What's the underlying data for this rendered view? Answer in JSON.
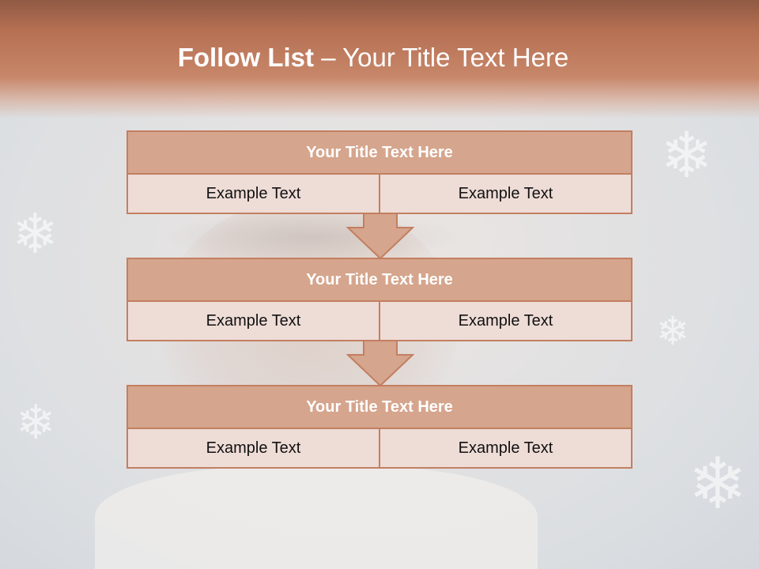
{
  "slide": {
    "title_bold": "Follow List",
    "title_rest": " – Your Title Text Here"
  },
  "steps": [
    {
      "title": "Your Title Text Here",
      "left": "Example Text",
      "right": "Example Text"
    },
    {
      "title": "Your Title Text Here",
      "left": "Example Text",
      "right": "Example Text"
    },
    {
      "title": "Your Title Text Here",
      "left": "Example Text",
      "right": "Example Text"
    }
  ],
  "colors": {
    "header": "#b56f52",
    "box_title_fill": "#d5a58d",
    "box_cell_fill": "#eedcd6",
    "border": "#c27f61"
  }
}
